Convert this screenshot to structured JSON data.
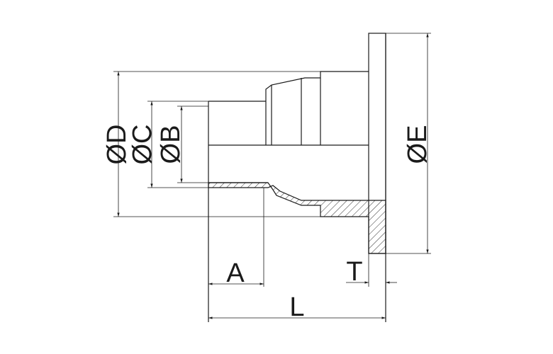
{
  "labels": {
    "diameter_d": "ØD",
    "diameter_c": "ØC",
    "diameter_b": "ØB",
    "diameter_e": "ØE",
    "dim_a": "A",
    "dim_t": "T",
    "dim_l": "L"
  },
  "colors": {
    "line": "#1a1a1a",
    "background": "#ffffff"
  }
}
